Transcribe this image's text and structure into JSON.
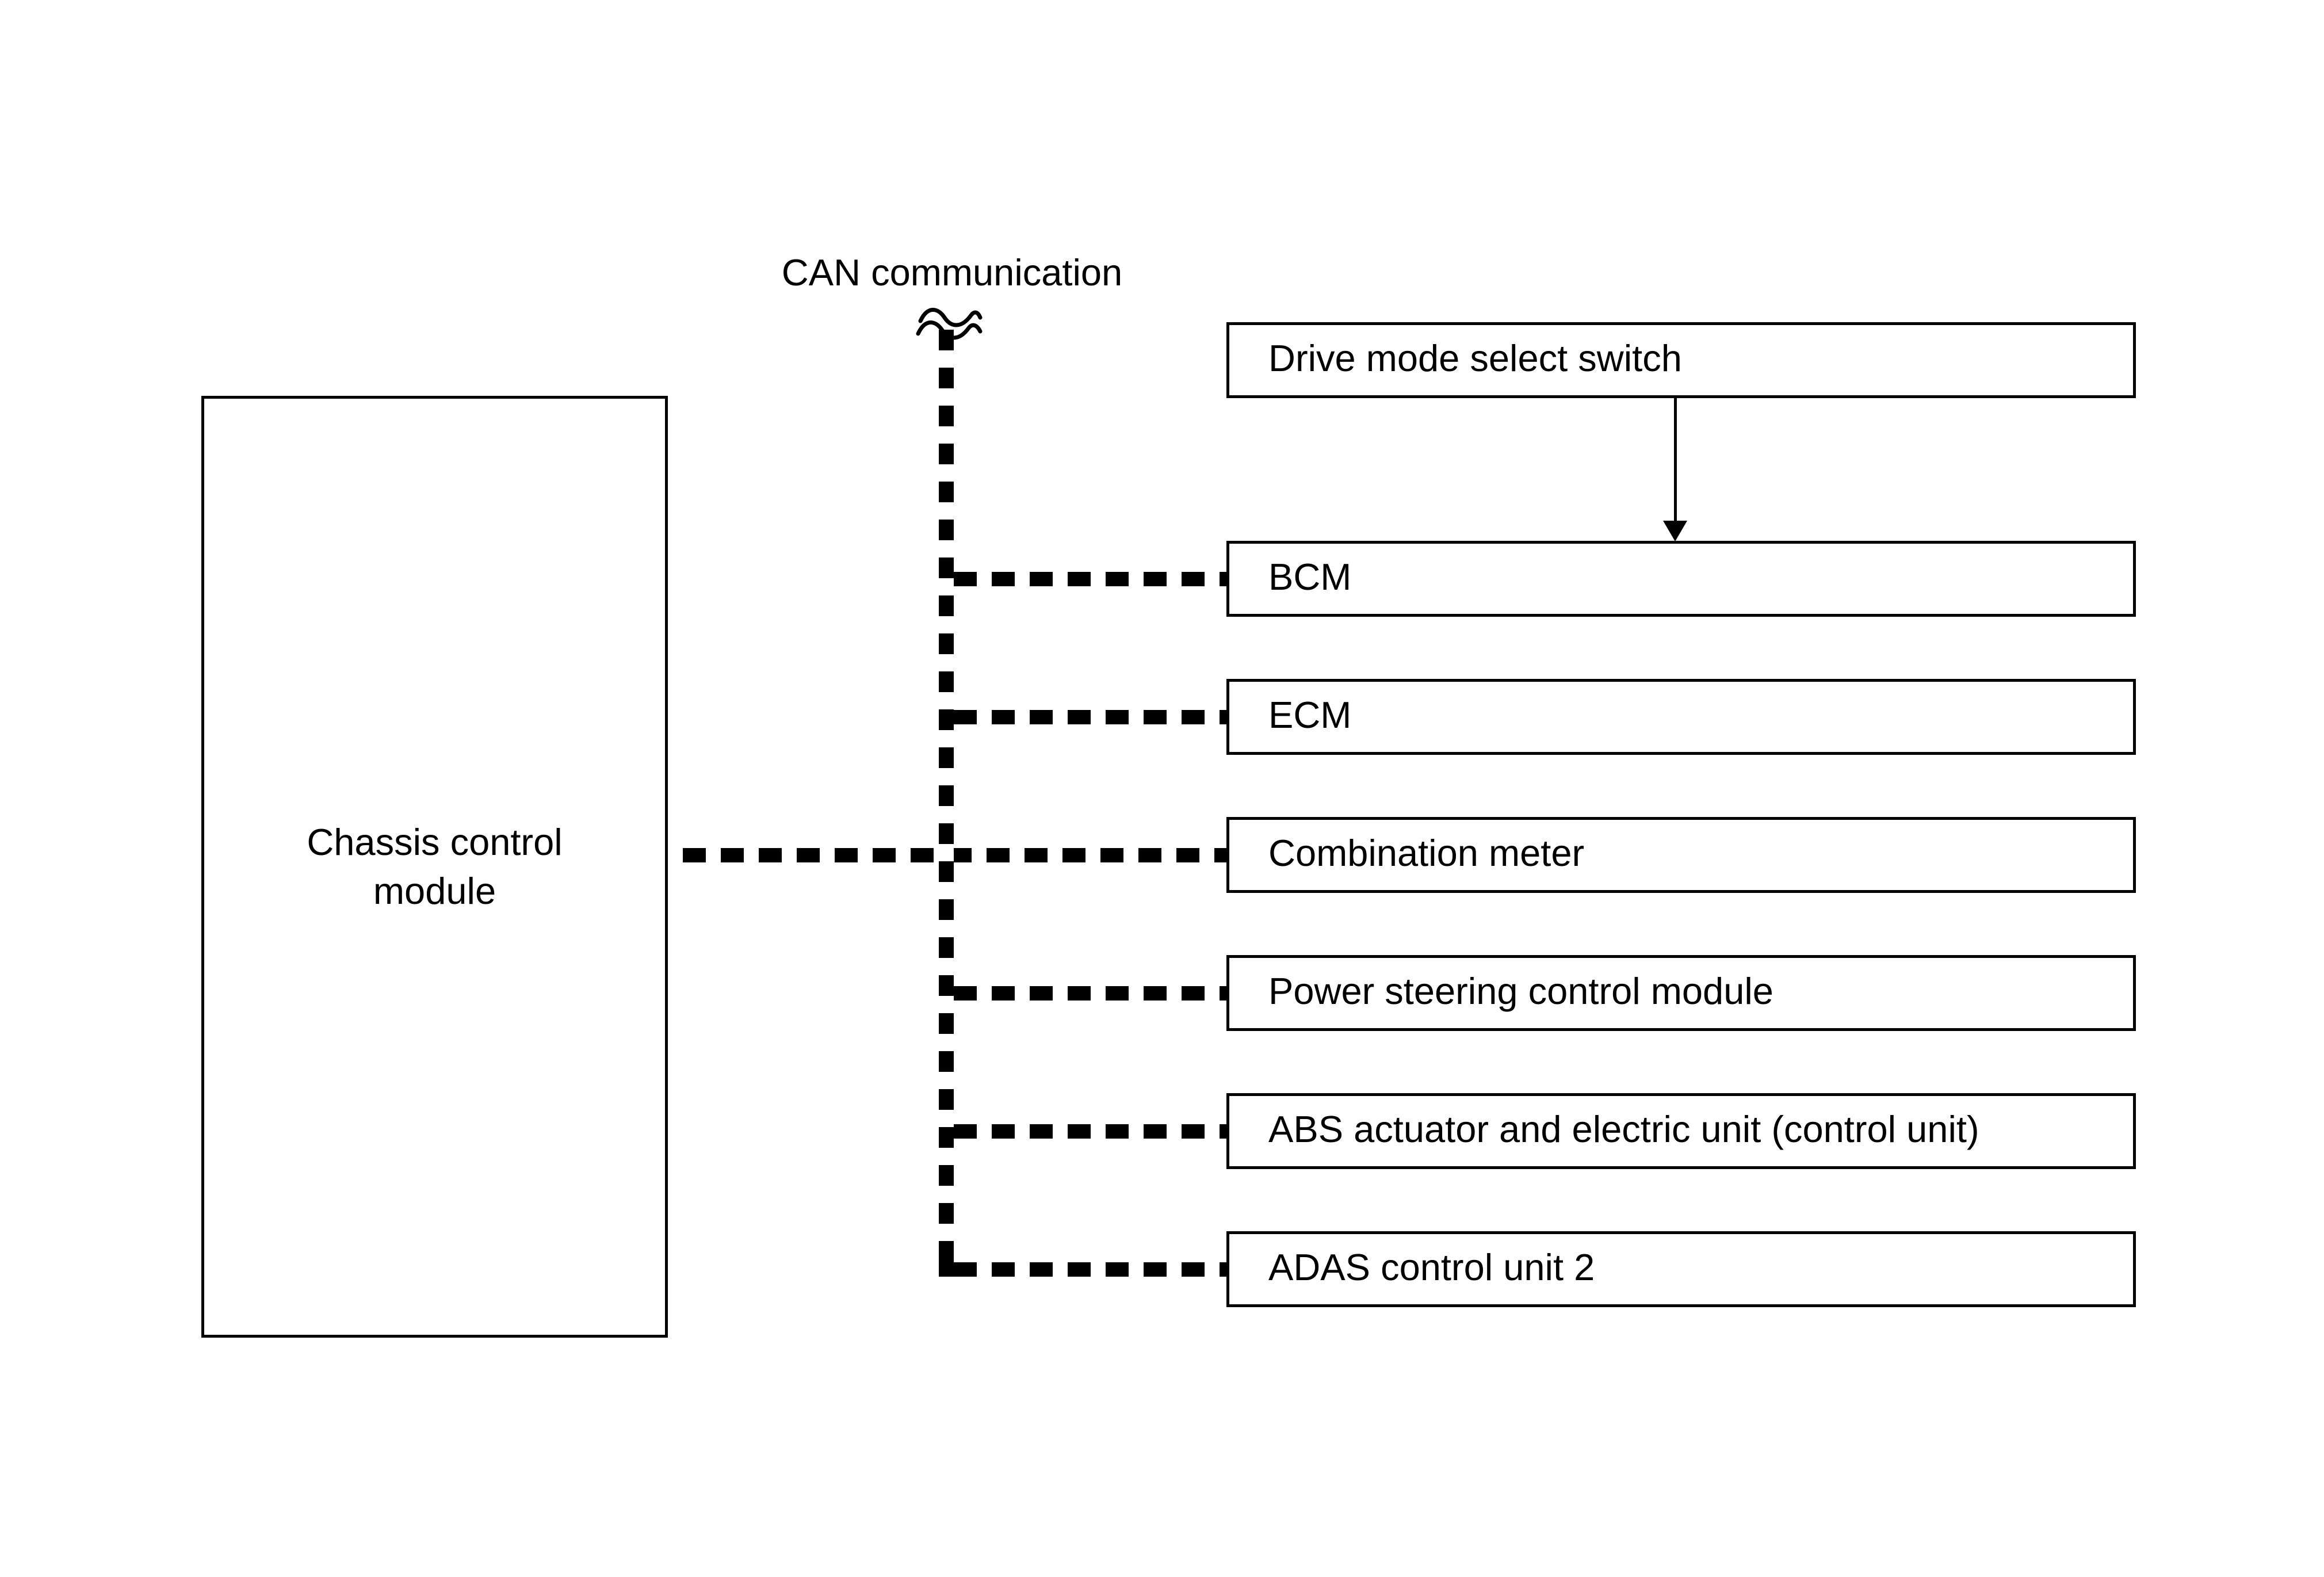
{
  "title": "CAN communication",
  "chassis": {
    "label": "Chassis control module"
  },
  "nodes": [
    {
      "label": "Drive mode select switch"
    },
    {
      "label": "BCM"
    },
    {
      "label": "ECM"
    },
    {
      "label": "Combination meter"
    },
    {
      "label": "Power steering control module"
    },
    {
      "label": "ABS actuator and electric unit (control unit)"
    },
    {
      "label": "ADAS control unit 2"
    }
  ],
  "connections": {
    "bus_label": "CAN communication",
    "bus_from": "Chassis control module",
    "bus_to": [
      "BCM",
      "ECM",
      "Combination meter",
      "Power steering control module",
      "ABS actuator and electric unit (control unit)",
      "ADAS control unit 2"
    ],
    "arrow": {
      "from": "Drive mode select switch",
      "to": "BCM"
    }
  },
  "colors": {
    "line": "#000000",
    "background": "#ffffff",
    "text": "#000000"
  }
}
